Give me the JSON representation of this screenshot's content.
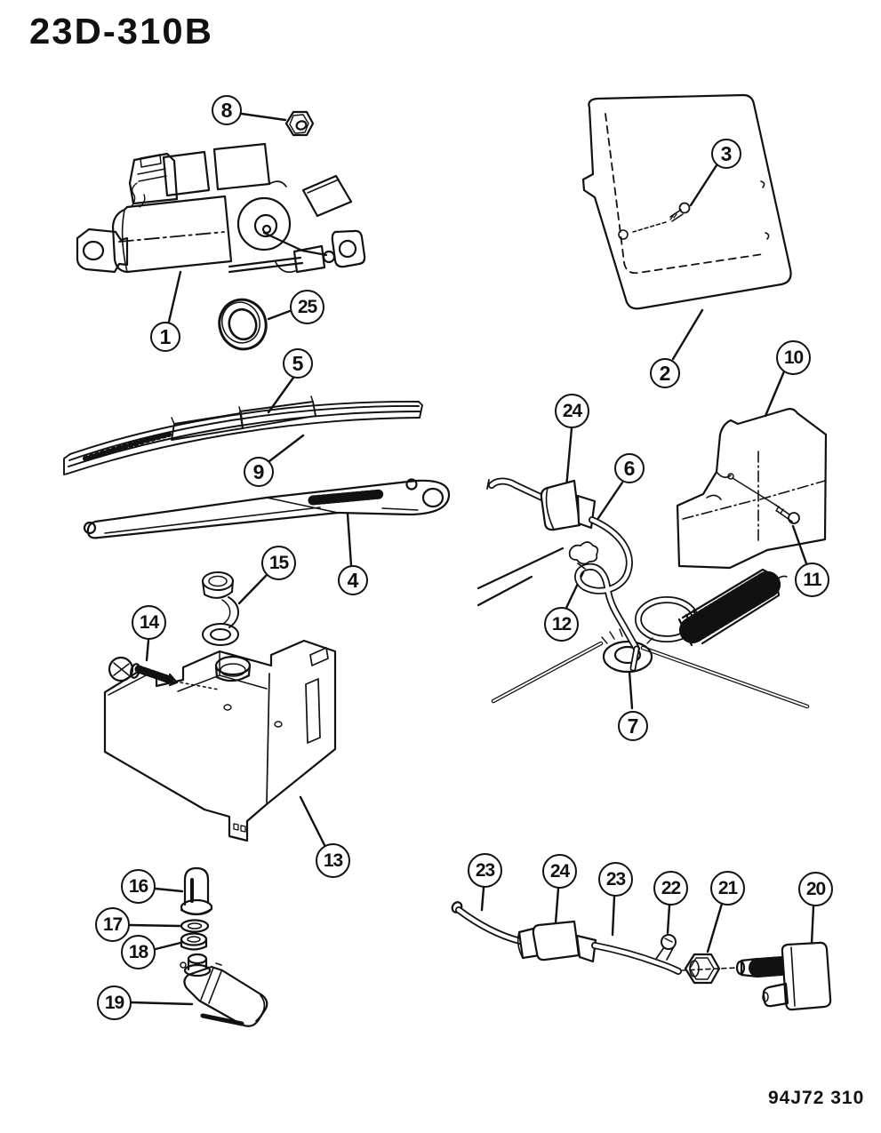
{
  "page": {
    "title": "23D-310B",
    "part_code": "94J72 310"
  },
  "callouts": {
    "n1": "1",
    "n2": "2",
    "n3": "3",
    "n4": "4",
    "n5": "5",
    "n6": "6",
    "n7": "7",
    "n8": "8",
    "n9": "9",
    "n10": "10",
    "n11": "11",
    "n12": "12",
    "n13": "13",
    "n14": "14",
    "n15": "15",
    "n16": "16",
    "n17": "17",
    "n18": "18",
    "n19": "19",
    "n20": "20",
    "n21": "21",
    "n22": "22",
    "n23a": "23",
    "n23b": "23",
    "n24a": "24",
    "n24b": "24",
    "n25": "25"
  }
}
